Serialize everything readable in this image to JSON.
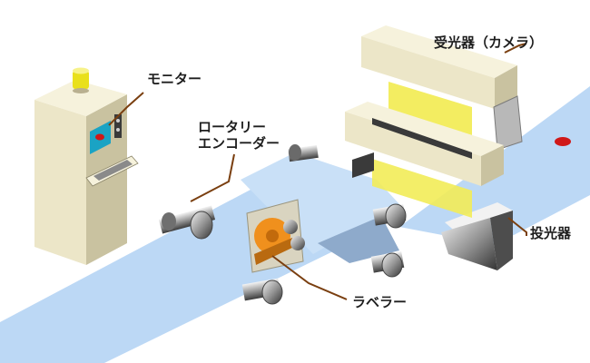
{
  "labels": {
    "monitor": "モニター",
    "encoder_line1": "ロータリー",
    "encoder_line2": "エンコーダー",
    "receiver": "受光器（カメラ）",
    "projector": "投光器",
    "labeler": "ラベラー"
  },
  "colors": {
    "web": "#bcd8f5",
    "web_shadow": "#8eaacb",
    "cabinet": "#ece6c8",
    "cabinet_side": "#c9c2a0",
    "light_beam": "#f2ec58",
    "lamp": "#e9e01c",
    "screen": "#1aa3c4",
    "defect": "#d01818",
    "wheel": "#f0901d",
    "leader_line": "#7a3f10"
  },
  "icons": {
    "roller": "cylinder-roller-icon",
    "defect": "red-defect-spot-icon"
  }
}
